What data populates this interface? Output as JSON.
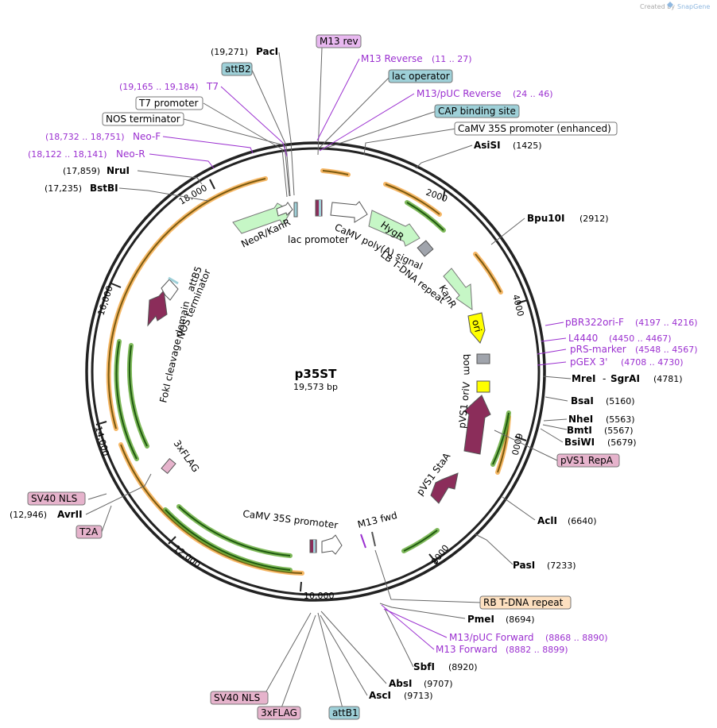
{
  "header": {
    "credit": "Created by",
    "brand": "SnapGene"
  },
  "plasmid": {
    "name": "p35ST",
    "size": "19,573 bp"
  },
  "ticks": [
    "2000",
    "4000",
    "6000",
    "8000",
    "10,000",
    "12,000",
    "14,000",
    "16,000",
    "18,000"
  ],
  "enzymes": [
    {
      "name": "PacI",
      "pos": "(19,271)"
    },
    {
      "name": "NruI",
      "pos": "(17,859)"
    },
    {
      "name": "BstBI",
      "pos": "(17,235)"
    },
    {
      "name": "AsiSI",
      "pos": "(1425)"
    },
    {
      "name": "Bpu10I",
      "pos": "(2912)"
    },
    {
      "name": "MreI",
      "sep": "-",
      "name2": "SgrAI",
      "pos": "(4781)"
    },
    {
      "name": "BsaI",
      "pos": "(5160)"
    },
    {
      "name": "NheI",
      "pos": "(5563)"
    },
    {
      "name": "BmtI",
      "pos": "(5567)"
    },
    {
      "name": "BsiWI",
      "pos": "(5679)"
    },
    {
      "name": "AclI",
      "pos": "(6640)"
    },
    {
      "name": "PasI",
      "pos": "(7233)"
    },
    {
      "name": "PmeI",
      "pos": "(8694)"
    },
    {
      "name": "SbfI",
      "pos": "(8920)"
    },
    {
      "name": "AbsI",
      "pos": "(9707)"
    },
    {
      "name": "AscI",
      "pos": "(9713)"
    },
    {
      "name": "AvrII",
      "pos": "(12,946)"
    }
  ],
  "primers": [
    {
      "name": "M13 Reverse",
      "pos": "(11 .. 27)"
    },
    {
      "name": "M13/pUC Reverse",
      "pos": "(24 .. 46)"
    },
    {
      "name": "T7",
      "pos": "(19,165 .. 19,184)"
    },
    {
      "name": "Neo-F",
      "pos": "(18,732 .. 18,751)"
    },
    {
      "name": "Neo-R",
      "pos": "(18,122 .. 18,141)"
    },
    {
      "name": "pBR322ori-F",
      "pos": "(4197 .. 4216)"
    },
    {
      "name": "L4440",
      "pos": "(4450 .. 4467)"
    },
    {
      "name": "pRS-marker",
      "pos": "(4548 .. 4567)"
    },
    {
      "name": "pGEX 3'",
      "pos": "(4708 .. 4730)"
    },
    {
      "name": "M13/pUC Forward",
      "pos": "(8868 .. 8890)"
    },
    {
      "name": "M13 Forward",
      "pos": "(8882 .. 8899)"
    }
  ],
  "boxed": {
    "m13rev": "M13 rev",
    "attB2": "attB2",
    "lac_operator": "lac operator",
    "cap_site": "CAP binding site",
    "camv_enh": "CaMV 35S promoter (enhanced)",
    "t7_promoter": "T7 promoter",
    "nos_term": "NOS terminator",
    "pvs1_repa": "pVS1 RepA",
    "rb_tdna": "RB T-DNA repeat",
    "sv40_left": "SV40 NLS",
    "t2a": "T2A",
    "sv40_bottom": "SV40 NLS",
    "flag_bottom": "3xFLAG",
    "attB1": "attB1"
  },
  "inner": {
    "neor": "NeoR/KanR",
    "lac_promoter": "lac promoter",
    "camv_polya": "CaMV poly(A) signal",
    "hygr": "HygR",
    "lb_tdna": "LB T-DNA repeat",
    "kanr": "KanR",
    "ori": "ori",
    "bom": "bom",
    "pvs1_oriv": "pVS1 oriV",
    "pvs1_staa": "pVS1 StaA",
    "m13fwd": "M13 fwd",
    "camv35s": "CaMV 35S promoter",
    "flag": "3xFLAG",
    "foki": "FokI cleavage domain",
    "nos_term": "NOS terminator",
    "attb5": "attB5"
  },
  "colors": {
    "primer": "#9b30d0",
    "feature_purple": "#8b2d5a",
    "feature_green": "#c6f7c6",
    "ori_yellow": "#ffff00",
    "orf_orange": "#f4a640",
    "orf_green": "#5fa832",
    "box_teal": "#9ed0d8",
    "box_pink": "#e6b3cc",
    "box_peach": "#fde0c0",
    "box_lilac": "#e8b8f0"
  }
}
